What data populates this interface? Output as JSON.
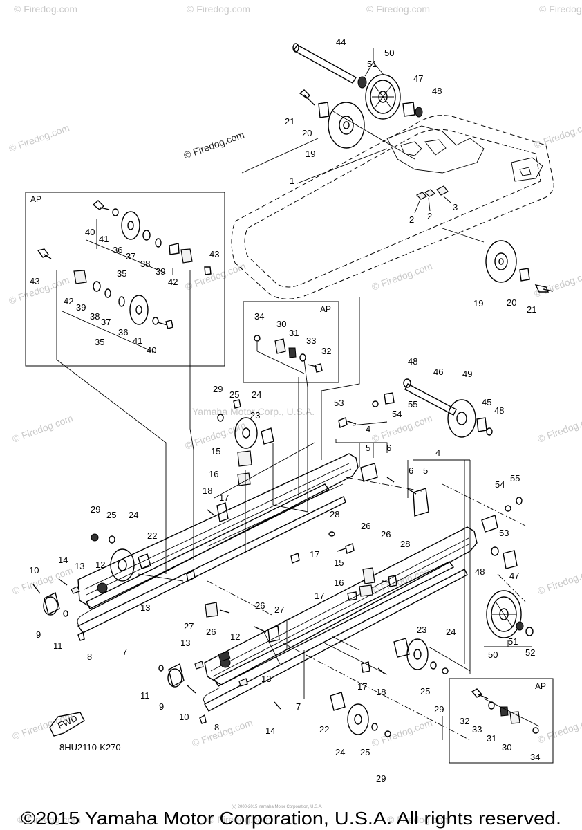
{
  "diagram_code": "8HU2110-K270",
  "copyright": "©2015 Yamaha Motor Corporation, U.S.A. All rights reserved.",
  "small_notice": "(c) 2000-2015 Yamaha Motor Corporation, U.S.A.",
  "watermark_firedog": "© Firedog.com",
  "watermark_yamaha": "Yamaha Motor Corp., U.S.A.",
  "fwd_label": "FWD",
  "ap_label": "AP",
  "callouts": {
    "n1": "1",
    "n2": "2",
    "n3": "3",
    "n4": "4",
    "n5": "5",
    "n6": "6",
    "n7": "7",
    "n8": "8",
    "n9": "9",
    "n10": "10",
    "n11": "11",
    "n12": "12",
    "n13": "13",
    "n14": "14",
    "n15": "15",
    "n16": "16",
    "n17": "17",
    "n18": "18",
    "n19": "19",
    "n20": "20",
    "n21": "21",
    "n22": "22",
    "n23": "23",
    "n24": "24",
    "n25": "25",
    "n26": "26",
    "n27": "27",
    "n28": "28",
    "n29": "29",
    "n30": "30",
    "n31": "31",
    "n32": "32",
    "n33": "33",
    "n34": "34",
    "n35": "35",
    "n36": "36",
    "n37": "37",
    "n38": "38",
    "n39": "39",
    "n40": "40",
    "n41": "41",
    "n42": "42",
    "n43": "43",
    "n44": "44",
    "n45": "45",
    "n46": "46",
    "n47": "47",
    "n48": "48",
    "n49": "49",
    "n50": "50",
    "n51": "51",
    "n52": "52",
    "n53": "53",
    "n54": "54",
    "n55": "55"
  }
}
